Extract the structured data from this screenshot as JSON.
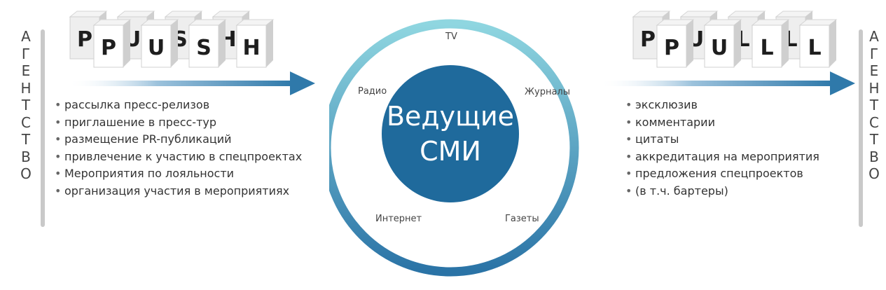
{
  "left_agency": {
    "letters": [
      "А",
      "Г",
      "Е",
      "Н",
      "Т",
      "С",
      "Т",
      "В",
      "О"
    ]
  },
  "right_agency": {
    "letters": [
      "А",
      "Г",
      "Е",
      "Н",
      "Т",
      "С",
      "Т",
      "В",
      "О"
    ]
  },
  "push": {
    "word": "PUSH",
    "cubes": [
      "P",
      "P",
      "U",
      "U",
      "S",
      "S",
      "H",
      "H"
    ],
    "items": [
      "рассылка пресс-релизов",
      "приглашение в пресс-тур",
      "размещение PR-публикаций",
      "привлечение к участию в спецпроектах",
      "Мероприятия по лояльности",
      "организация участия в мероприятиях"
    ]
  },
  "pull": {
    "word": "PULL",
    "cubes": [
      "P",
      "P",
      "U",
      "U",
      "L",
      "L",
      "L",
      "L"
    ],
    "items": [
      "эксклюзив",
      "комментарии",
      "цитаты",
      "аккредитация на мероприятия",
      "предложения спецпроектов",
      "(в т.ч. бартеры)"
    ]
  },
  "media": {
    "center_line1": "Ведущие",
    "center_line2": "СМИ",
    "tv": "TV",
    "radio": "Радио",
    "journals": "Журналы",
    "internet": "Интернет",
    "newspapers": "Газеты"
  },
  "colors": {
    "ring_top": "#8fd6e0",
    "ring_bottom": "#2a73a6",
    "center": "#1f6a9c",
    "arrow": "#2f79aa"
  },
  "icon_bullet": "•"
}
